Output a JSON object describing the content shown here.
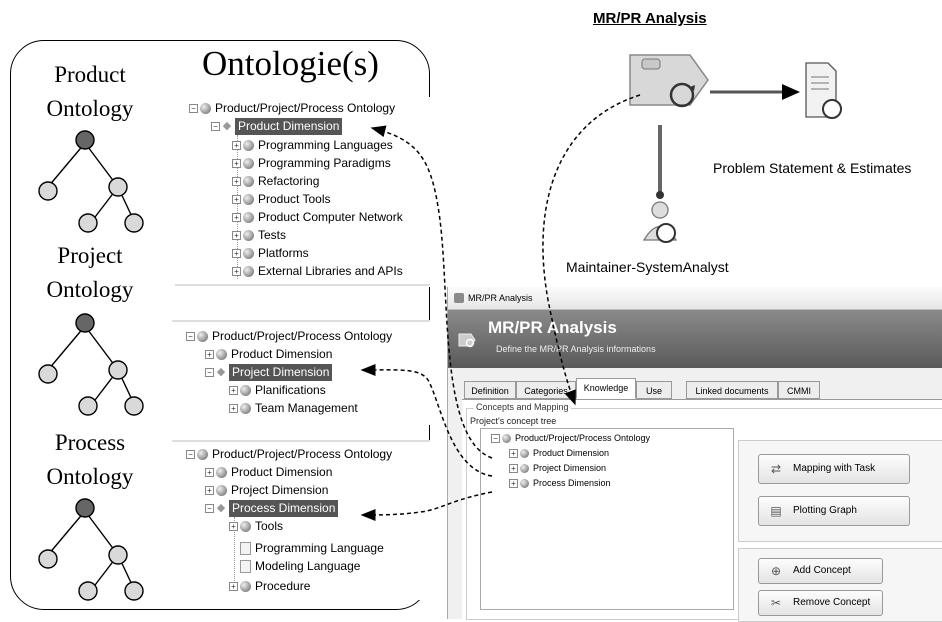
{
  "diagram": {
    "panel_title": "Ontologie(s)",
    "side_labels": {
      "product": [
        "Product",
        "Ontology"
      ],
      "project": [
        "Project",
        "Ontology"
      ],
      "process": [
        "Process",
        "Ontology"
      ]
    },
    "tree1": {
      "root": "Product/Project/Process Ontology",
      "selected": "Product Dimension",
      "children": [
        "Programming Languages",
        "Programming Paradigms",
        "Refactoring",
        "Product Tools",
        "Product Computer Network",
        "Tests",
        "Platforms",
        "External Libraries and APIs"
      ]
    },
    "tree2": {
      "root": "Product/Project/Process Ontology",
      "items": [
        "Product Dimension"
      ],
      "selected": "Project Dimension",
      "children": [
        "Planifications",
        "Team Management"
      ]
    },
    "tree3": {
      "root": "Product/Project/Process Ontology",
      "items": [
        "Product Dimension",
        "Project Dimension"
      ],
      "selected": "Process Dimension",
      "children": [
        "Tools",
        "Programming Language",
        "Modeling Language",
        "Procedure"
      ]
    },
    "workflow": {
      "title": "MR/PR Analysis",
      "output_label": "Problem Statement & Estimates",
      "role_label": "Maintainer-SystemAnalyst"
    }
  },
  "app": {
    "window_title": "MR/PR Analysis",
    "header_title": "MR/PR Analysis",
    "header_subtitle": "Define the MR/PR Analysis informations",
    "tabs": [
      "Definition",
      "Categories",
      "Knowledge",
      "Use",
      "Linked documents",
      "CMMI"
    ],
    "active_tab": "Knowledge",
    "group_label": "Concepts and Mapping",
    "tree_label": "Project's concept tree",
    "tree_root": "Product/Project/Process Ontology",
    "tree_items": [
      "Product Dimension",
      "Project Dimension",
      "Process Dimension"
    ],
    "buttons": {
      "mapping": "Mapping with Task",
      "plotting": "Plotting Graph",
      "add": "Add Concept",
      "remove": "Remove Concept"
    }
  }
}
